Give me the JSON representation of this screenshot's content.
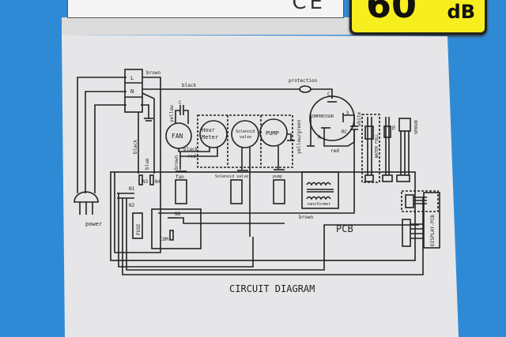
{
  "top_label": {
    "mark": "CE"
  },
  "badge": {
    "value": "60",
    "unit": "dB"
  },
  "diagram": {
    "title": "CIRCUIT DIAGRAM",
    "terminals": {
      "l": "L",
      "n": "N"
    },
    "wires": {
      "brown_top": "brown",
      "black_top": "black",
      "yellow": "yellow",
      "black_left": "black",
      "blue": "blue",
      "brown_fan": "brown",
      "black_fan": "black",
      "red_fan": "red",
      "yellow_green": "yellow/green",
      "white": "white",
      "red_comp": "red",
      "brown_pcb": "brown"
    },
    "protection": "protection",
    "capacitor": "C",
    "components": {
      "fan": "FAN",
      "hour_meter_1": "Hour",
      "hour_meter_2": "Meter",
      "solenoid_1": "Solenoid",
      "solenoid_2": "valve",
      "pump": "PUMP",
      "compressor": "COMPRESSOR"
    },
    "compressor_pins": {
      "c": "C",
      "s": "S",
      "r": "R",
      "rc": "RC"
    },
    "connectors": {
      "n1": "N1",
      "n2": "N2",
      "n3": "N3",
      "n4": "N4",
      "fan": "fan",
      "solenoid": "Solenoid valve",
      "pump": "pump"
    },
    "power": "power",
    "fuse": "FUSE",
    "relay": {
      "no": "NO",
      "com": "COM"
    },
    "transformer": "ransformer",
    "pcb": "PCB",
    "sensors": {
      "water_full": "WATER FULL",
      "tr": "TR",
      "sensor": "SENSOR"
    },
    "display_pcb": "DISPLAY-PCB"
  }
}
